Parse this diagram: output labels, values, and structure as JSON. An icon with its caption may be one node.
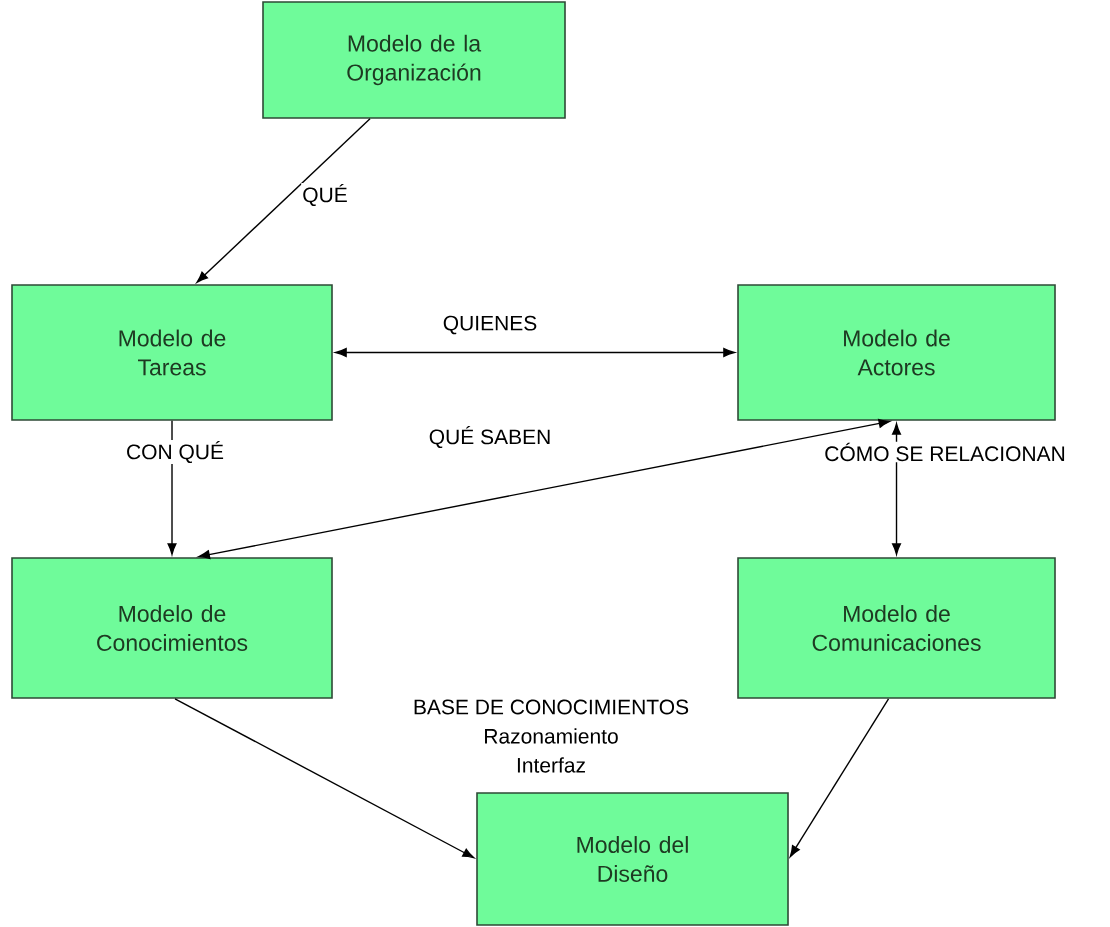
{
  "diagram": {
    "nodes": [
      {
        "text": [
          "Modelo de la Organización"
        ]
      },
      {
        "text": [
          "Modelo de Tareas"
        ]
      },
      {
        "text": [
          "Modelo de Actores"
        ]
      },
      {
        "text": [
          "Modelo de Conocimientos"
        ]
      },
      {
        "text": [
          "Modelo de Comunicaciones"
        ]
      },
      {
        "text": [
          "Modelo del Diseño"
        ]
      }
    ],
    "edges": [
      {
        "from": 0,
        "to": 1,
        "arrow": "to",
        "label": "QUÉ"
      },
      {
        "from": 1,
        "to": 2,
        "arrow": "both",
        "label": "QUIENES"
      },
      {
        "from": 1,
        "to": 3,
        "arrow": "to",
        "label": "CON QUÉ"
      },
      {
        "from": 3,
        "to": 2,
        "arrow": "both",
        "label": "QUÉ SABEN"
      },
      {
        "from": 2,
        "to": 4,
        "arrow": "both",
        "label": "CÓMO SE RELACIONAN"
      },
      {
        "from": 3,
        "to": 5,
        "arrow": "to"
      },
      {
        "from": 4,
        "to": 5,
        "arrow": "to"
      }
    ],
    "labels": [
      "BASE DE CONOCIMIENTOS",
      "Razonamiento",
      "Interfaz"
    ]
  }
}
